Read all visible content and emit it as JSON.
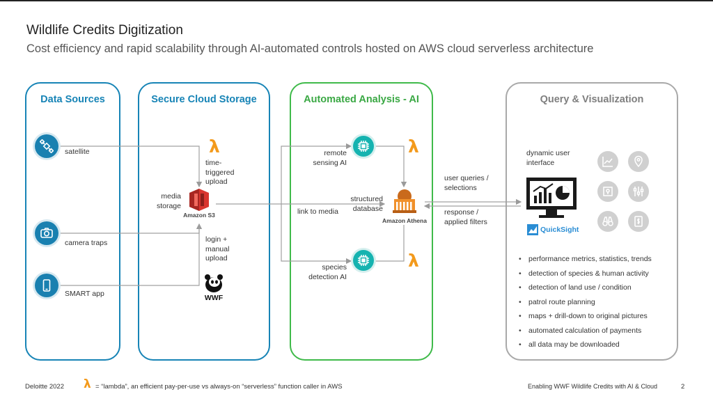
{
  "slide": {
    "title": "Wildlife Credits Digitization",
    "subtitle": "Cost efficiency and rapid scalability through AI-automated controls hosted on AWS cloud serverless architecture"
  },
  "panels": {
    "data_sources": {
      "title": "Data Sources",
      "items": [
        {
          "label": "satellite",
          "icon": "satellite-icon"
        },
        {
          "label": "camera traps",
          "icon": "camera-icon"
        },
        {
          "label": "SMART app",
          "icon": "smartphone-icon"
        }
      ]
    },
    "secure_storage": {
      "title": "Secure Cloud Storage",
      "time_triggered": [
        "time-",
        "triggered",
        "upload"
      ],
      "media_storage": [
        "media",
        "storage"
      ],
      "s3_label": "Amazon S3",
      "manual_upload": [
        "login +",
        "manual",
        "upload"
      ],
      "wwf_label": "WWF"
    },
    "analysis": {
      "title": "Automated Analysis - AI",
      "remote_sensing": [
        "remote",
        "sensing AI"
      ],
      "structured_db": [
        "structured",
        "database"
      ],
      "athena_label": "Amazon Athena",
      "link_to_media": "link to media",
      "species_detection": [
        "species",
        "detection AI"
      ]
    },
    "query": {
      "title": "Query & Visualization",
      "dynamic_ui": [
        "dynamic user",
        "interface"
      ],
      "quicksight_label": "QuickSight",
      "feature_icons": [
        "line-chart-icon",
        "location-pin-icon",
        "map-grid-icon",
        "sliders-icon",
        "binoculars-icon",
        "payment-icon"
      ],
      "bullets": [
        "performance metrics, statistics, trends",
        "detection of species & human activity",
        "detection of land use / condition",
        "patrol route planning",
        "maps + drill-down to original pictures",
        "automated calculation of payments",
        "all data may be downloaded"
      ]
    }
  },
  "connectors": {
    "user_queries": [
      "user queries /",
      "selections"
    ],
    "response": [
      "response /",
      "applied filters"
    ]
  },
  "footer": {
    "left": "Deloitte 2022",
    "lambda_note": "= “lambda”, an efficient pay-per-use vs always-on “serverless” function caller in AWS",
    "right": "Enabling WWF Wildlife Credits with AI & Cloud",
    "page": "2"
  },
  "colors": {
    "blue_panel": "#1784b6",
    "green_panel": "#3fba4a",
    "grey_panel": "#a9a9a9",
    "lambda_orange": "#f39a1c",
    "s3_red": "#d9352f",
    "athena_orange": "#f0902a",
    "chip_teal": "#15b3b0"
  }
}
